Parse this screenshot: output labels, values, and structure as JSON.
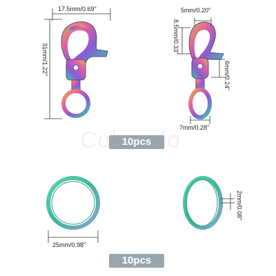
{
  "watermark": "Colorado",
  "quantities": {
    "clasp_pack": "10pcs",
    "ring_pack": "10pcs"
  },
  "dimensions": {
    "clasp_width": "17.5mm/0.69\"",
    "clasp_length": "31mm/1.22\"",
    "gate_opening": "5mm/0.20\"",
    "head_height": "8.5mm/0.33\"",
    "bail_width": "6mm/0.24\"",
    "swivel_ring_width": "7mm/0.28\"",
    "ring_diameter": "25mm/0.98\"",
    "ring_thickness": "2mm/0.08\""
  },
  "colors": {
    "rainbow_teal": "#3fc7a8",
    "rainbow_purple": "#8a5bd6",
    "rainbow_pink": "#e0639b",
    "rainbow_gold": "#e5b64a",
    "badge": "#9aa6ad"
  }
}
